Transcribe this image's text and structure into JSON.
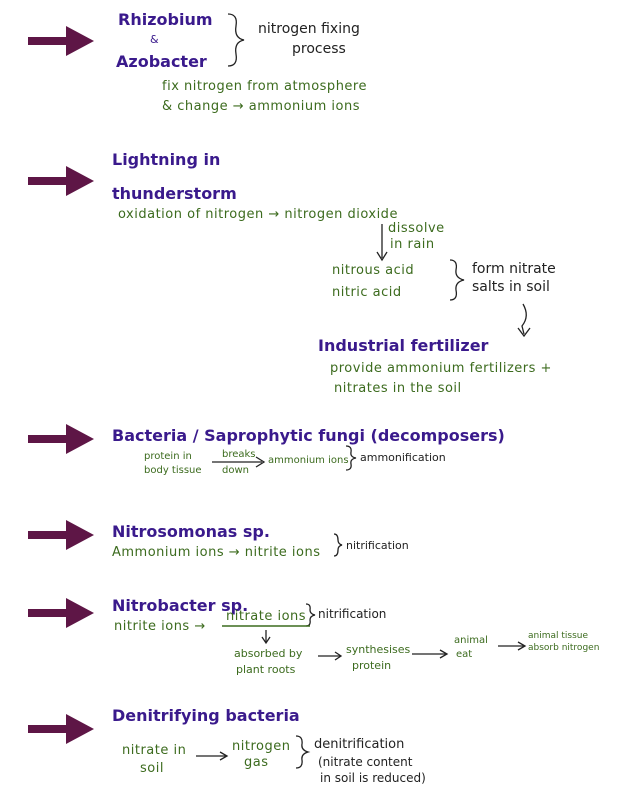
{
  "colors": {
    "arrow": "#5e1646",
    "organism": "#3a1a8c",
    "green": "#3c6b1e",
    "black": "#222222"
  },
  "sections": {
    "rhizobium": {
      "name1": "Rhizobium",
      "amp": "&",
      "name2": "Azobacter",
      "process1": "nitrogen fixing",
      "process2": "process",
      "desc1": "fix nitrogen from atmosphere",
      "desc2": "& change → ammonium ions"
    },
    "lightning": {
      "name1": "Lightning in",
      "name2": "thunderstorm",
      "step1": "oxidation of nitrogen → nitrogen dioxide",
      "dissolve1": "dissolve",
      "dissolve2": "in rain",
      "acid1": "nitrous acid",
      "acid2": "nitric acid",
      "salts1": "form nitrate",
      "salts2": "salts in soil"
    },
    "fertilizer": {
      "name": "Industrial fertilizer",
      "desc1": "provide ammonium fertilizers +",
      "desc2": "nitrates in the soil"
    },
    "bacteria": {
      "name": "Bacteria / Saprophytic fungi (decomposers)",
      "src1": "protein in",
      "src2": "body tissue",
      "arrow_top": "breaks",
      "arrow_bottom": "down",
      "product": "ammonium ions",
      "process": "ammonification"
    },
    "nitrosomonas": {
      "name": "Nitrosomonas sp.",
      "desc": "Ammonium ions → nitrite ions",
      "process": "nitrification"
    },
    "nitrobacter": {
      "name": "Nitrobacter sp.",
      "step": "nitrite ions →",
      "product": "nitrate ions",
      "process": "nitrification",
      "absorbed1": "absorbed by",
      "absorbed2": "plant roots",
      "synth1": "synthesises",
      "synth2": "protein",
      "animal1": "animal",
      "animal2": "eat",
      "tissue1": "animal tissue",
      "tissue2": "absorb nitrogen"
    },
    "denitrifying": {
      "name": "Denitrifying bacteria",
      "src1": "nitrate in",
      "src2": "soil",
      "gas1": "nitrogen",
      "gas2": "gas",
      "process1": "denitrification",
      "process2": "(nitrate content",
      "process3": "in soil is reduced)"
    }
  }
}
